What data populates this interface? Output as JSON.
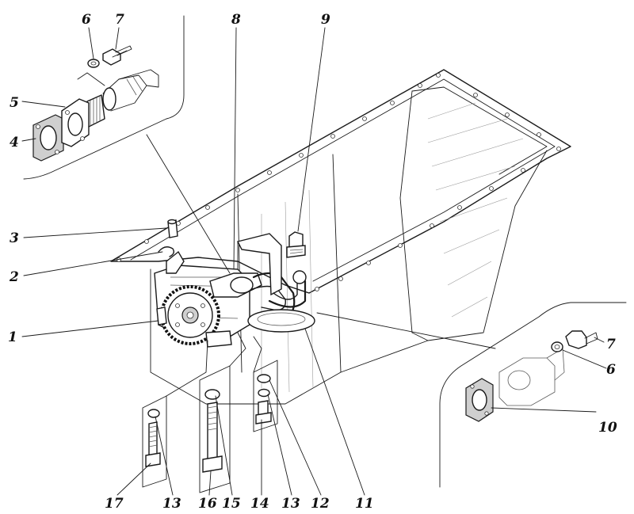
{
  "callouts": {
    "c1": "1",
    "c2": "2",
    "c3": "3",
    "c4": "4",
    "c5": "5",
    "c6a": "6",
    "c7a": "7",
    "c8": "8",
    "c9": "9",
    "c7b": "7",
    "c6b": "6",
    "c10": "10",
    "c11": "11",
    "c12": "12",
    "c13a": "13",
    "c14": "14",
    "c15": "15",
    "c16": "16",
    "c13b": "13",
    "c17": "17"
  },
  "colors": {
    "ink": "#1a1a1a",
    "paper": "#ffffff"
  }
}
